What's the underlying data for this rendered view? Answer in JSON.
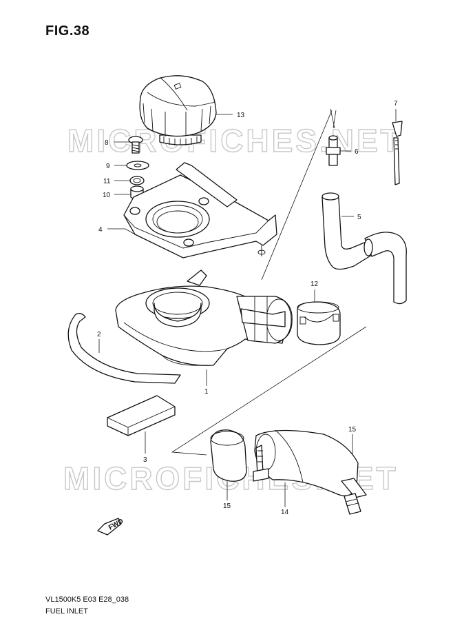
{
  "figure": {
    "title": "FIG.38",
    "model_code": "VL1500K5 E03 E28_038",
    "name": "FUEL INLET"
  },
  "watermark": {
    "top": "MICROFICHES.NET",
    "bottom": "MICROFICHES.NET"
  },
  "fwd_marker": "FWD",
  "callouts": [
    {
      "id": "13",
      "part": "fuel-cap"
    },
    {
      "id": "8",
      "part": "screw"
    },
    {
      "id": "9",
      "part": "washer"
    },
    {
      "id": "11",
      "part": "o-ring"
    },
    {
      "id": "10",
      "part": "collar"
    },
    {
      "id": "4",
      "part": "cap-base-plate"
    },
    {
      "id": "7",
      "part": "strap"
    },
    {
      "id": "6",
      "part": "joint"
    },
    {
      "id": "5",
      "part": "drain-hose"
    },
    {
      "id": "12",
      "part": "filler-ring"
    },
    {
      "id": "2",
      "part": "seal-strip"
    },
    {
      "id": "1",
      "part": "filler-housing"
    },
    {
      "id": "3",
      "part": "cushion"
    },
    {
      "id": "15",
      "part": "hose-clamp"
    },
    {
      "id": "15",
      "part": "hose-clamp"
    },
    {
      "id": "14",
      "part": "inlet-hose"
    }
  ]
}
